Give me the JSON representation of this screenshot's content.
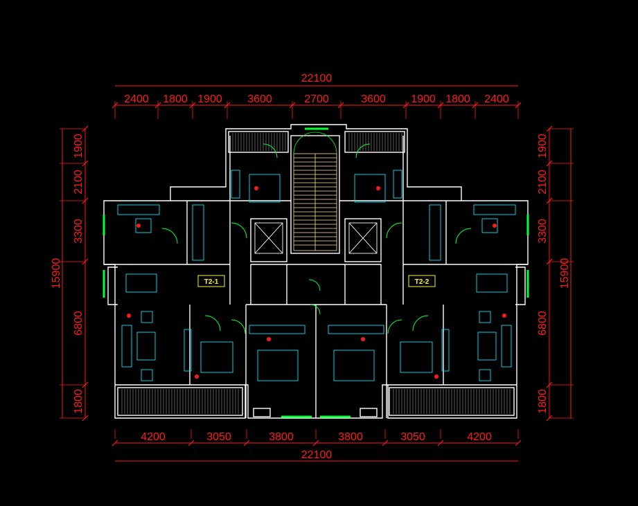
{
  "dimensions": {
    "top_total": "22100",
    "top_segments": [
      "2400",
      "1800",
      "1900",
      "3600",
      "2700",
      "3600",
      "1900",
      "1800",
      "2400"
    ],
    "bottom_total": "22100",
    "bottom_segments": [
      "4200",
      "3050",
      "3800",
      "3800",
      "3050",
      "4200"
    ],
    "left_total": "15900",
    "left_segments": [
      "1900",
      "2100",
      "3300",
      "6800",
      "1800"
    ],
    "right_total": "15900",
    "right_segments": [
      "1900",
      "2100",
      "3300",
      "6800",
      "1800"
    ]
  },
  "unit_tags": {
    "left": "T2-1",
    "right": "T2-2"
  },
  "colors": {
    "background": "#000000",
    "dimension": "#ff1a1a",
    "wall": "#ffffff",
    "furniture": "#00e5ff",
    "door": "#00ff33",
    "stair": "#ffe08a",
    "tag": "#ffff00"
  }
}
